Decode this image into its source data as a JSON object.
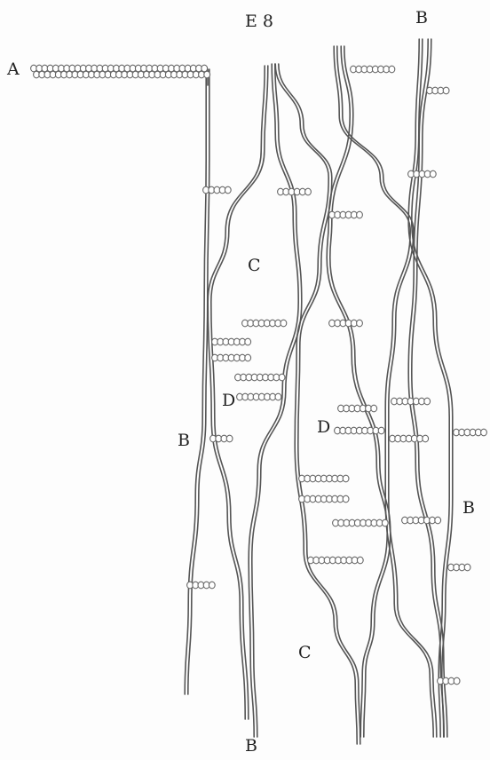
{
  "figure": {
    "labels": {
      "A": "A",
      "E8": "E 8",
      "B_top": "B",
      "C_upper": "C",
      "D_left": "D",
      "B_left": "B",
      "D_mid": "D",
      "B_right": "B",
      "C_lower": "C",
      "B_bottom": "B"
    }
  },
  "colors": {
    "ink": "#555555",
    "label": "#222222",
    "paper": "#fdfdfd"
  }
}
